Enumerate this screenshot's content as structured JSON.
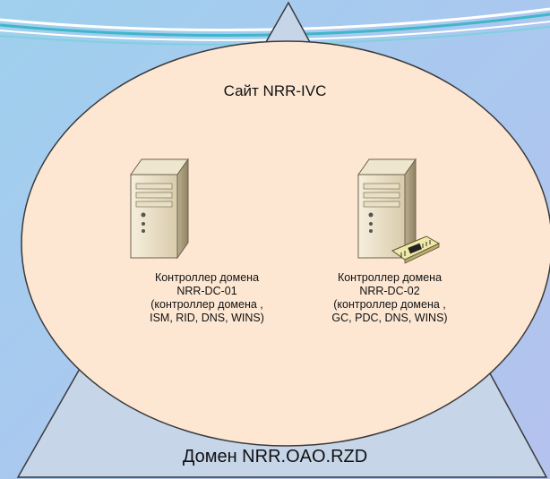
{
  "site": {
    "title": "Сайт NRR-IVC"
  },
  "domain": {
    "title": "Домен NRR.OAO.RZD"
  },
  "servers": [
    {
      "line1": "Контроллер домена",
      "line2": "NRR-DC-01",
      "line3": "(контроллер домена ,",
      "line4": "ISM, RID, DNS, WINS)",
      "icon": "server-icon"
    },
    {
      "line1": "Контроллер домена",
      "line2": "NRR-DC-02",
      "line3": "(контроллер домена ,",
      "line4": "GC, PDC, DNS, WINS)",
      "icon": "server-with-network-card-icon"
    }
  ],
  "colors": {
    "triangle": "#c6d5e8",
    "ellipse": "#fde7d3",
    "stroke": "#3a3a3a"
  }
}
